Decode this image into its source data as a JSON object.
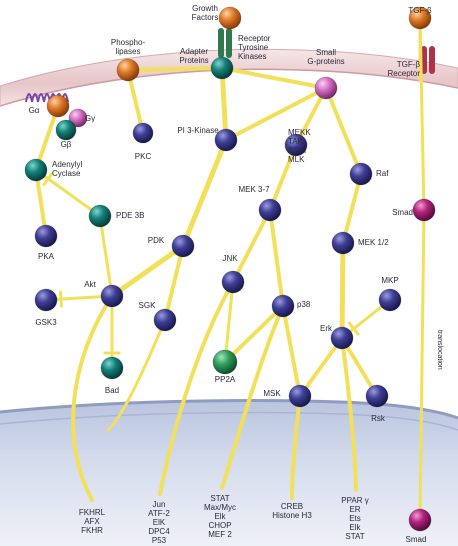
{
  "colors": {
    "membrane": "#ead1d3",
    "nucleus": "#c5cfe3",
    "pathway": "#f2e05a",
    "node_blue": "#3b3b8f",
    "node_teal": "#12807a",
    "node_green": "#2f9e5c",
    "node_orange": "#e07a28",
    "node_pink": "#d46fc2",
    "node_magenta": "#b0247e"
  },
  "labels": {
    "growth_factors": "Growth\nFactors",
    "receptor_tyrosine_kinases": "Receptor\nTyrosine\nKinases",
    "phospholipases": "Phospho-\nlipases",
    "adapter_proteins": "Adapter\nProteins",
    "small_g_proteins": "Small\nG-proteins",
    "tgf_beta": "TGF-β",
    "tgf_beta_receptor": "TGF-β\nReceptor",
    "g_alpha": "Gα",
    "g_gamma": "Gγ",
    "g_beta": "Gβ",
    "pkc": "PKC",
    "pi3_kinase": "PI 3-Kinase",
    "mekk_group": "MEKK\nTAK\nASKI\nMLK",
    "raf": "Raf",
    "adenylyl_cyclase": "Adenylyl\nCyclase",
    "pde3b": "PDE 3B",
    "smad_upper": "Smad",
    "pka": "PKA",
    "pdk": "PDK",
    "mek37": "MEK 3-7",
    "mek12": "MEK 1/2",
    "akt": "Akt",
    "gsk3": "GSK3",
    "sgk": "SGK",
    "jnk": "JNK",
    "p38": "p38",
    "mkp": "MKP",
    "erk": "Erk",
    "bad": "Bad",
    "pp2a": "PP2A",
    "msk": "MSK",
    "rsk": "Rsk",
    "translocation": "translocation",
    "fkhr_targets": "FKHRL\nAFX\nFKHR",
    "jnk_targets": "Jun\nATF-2\nElK\nDPC4\nP53",
    "p38_targets": "STAT\nMax/Myc\nElk\nCHOP\nMEF 2",
    "msk_targets": "CREB\nHistone H3",
    "erk_targets": "PPAR γ\nER\nEts\nElk\nSTAT",
    "smad_lower": "Smad"
  }
}
